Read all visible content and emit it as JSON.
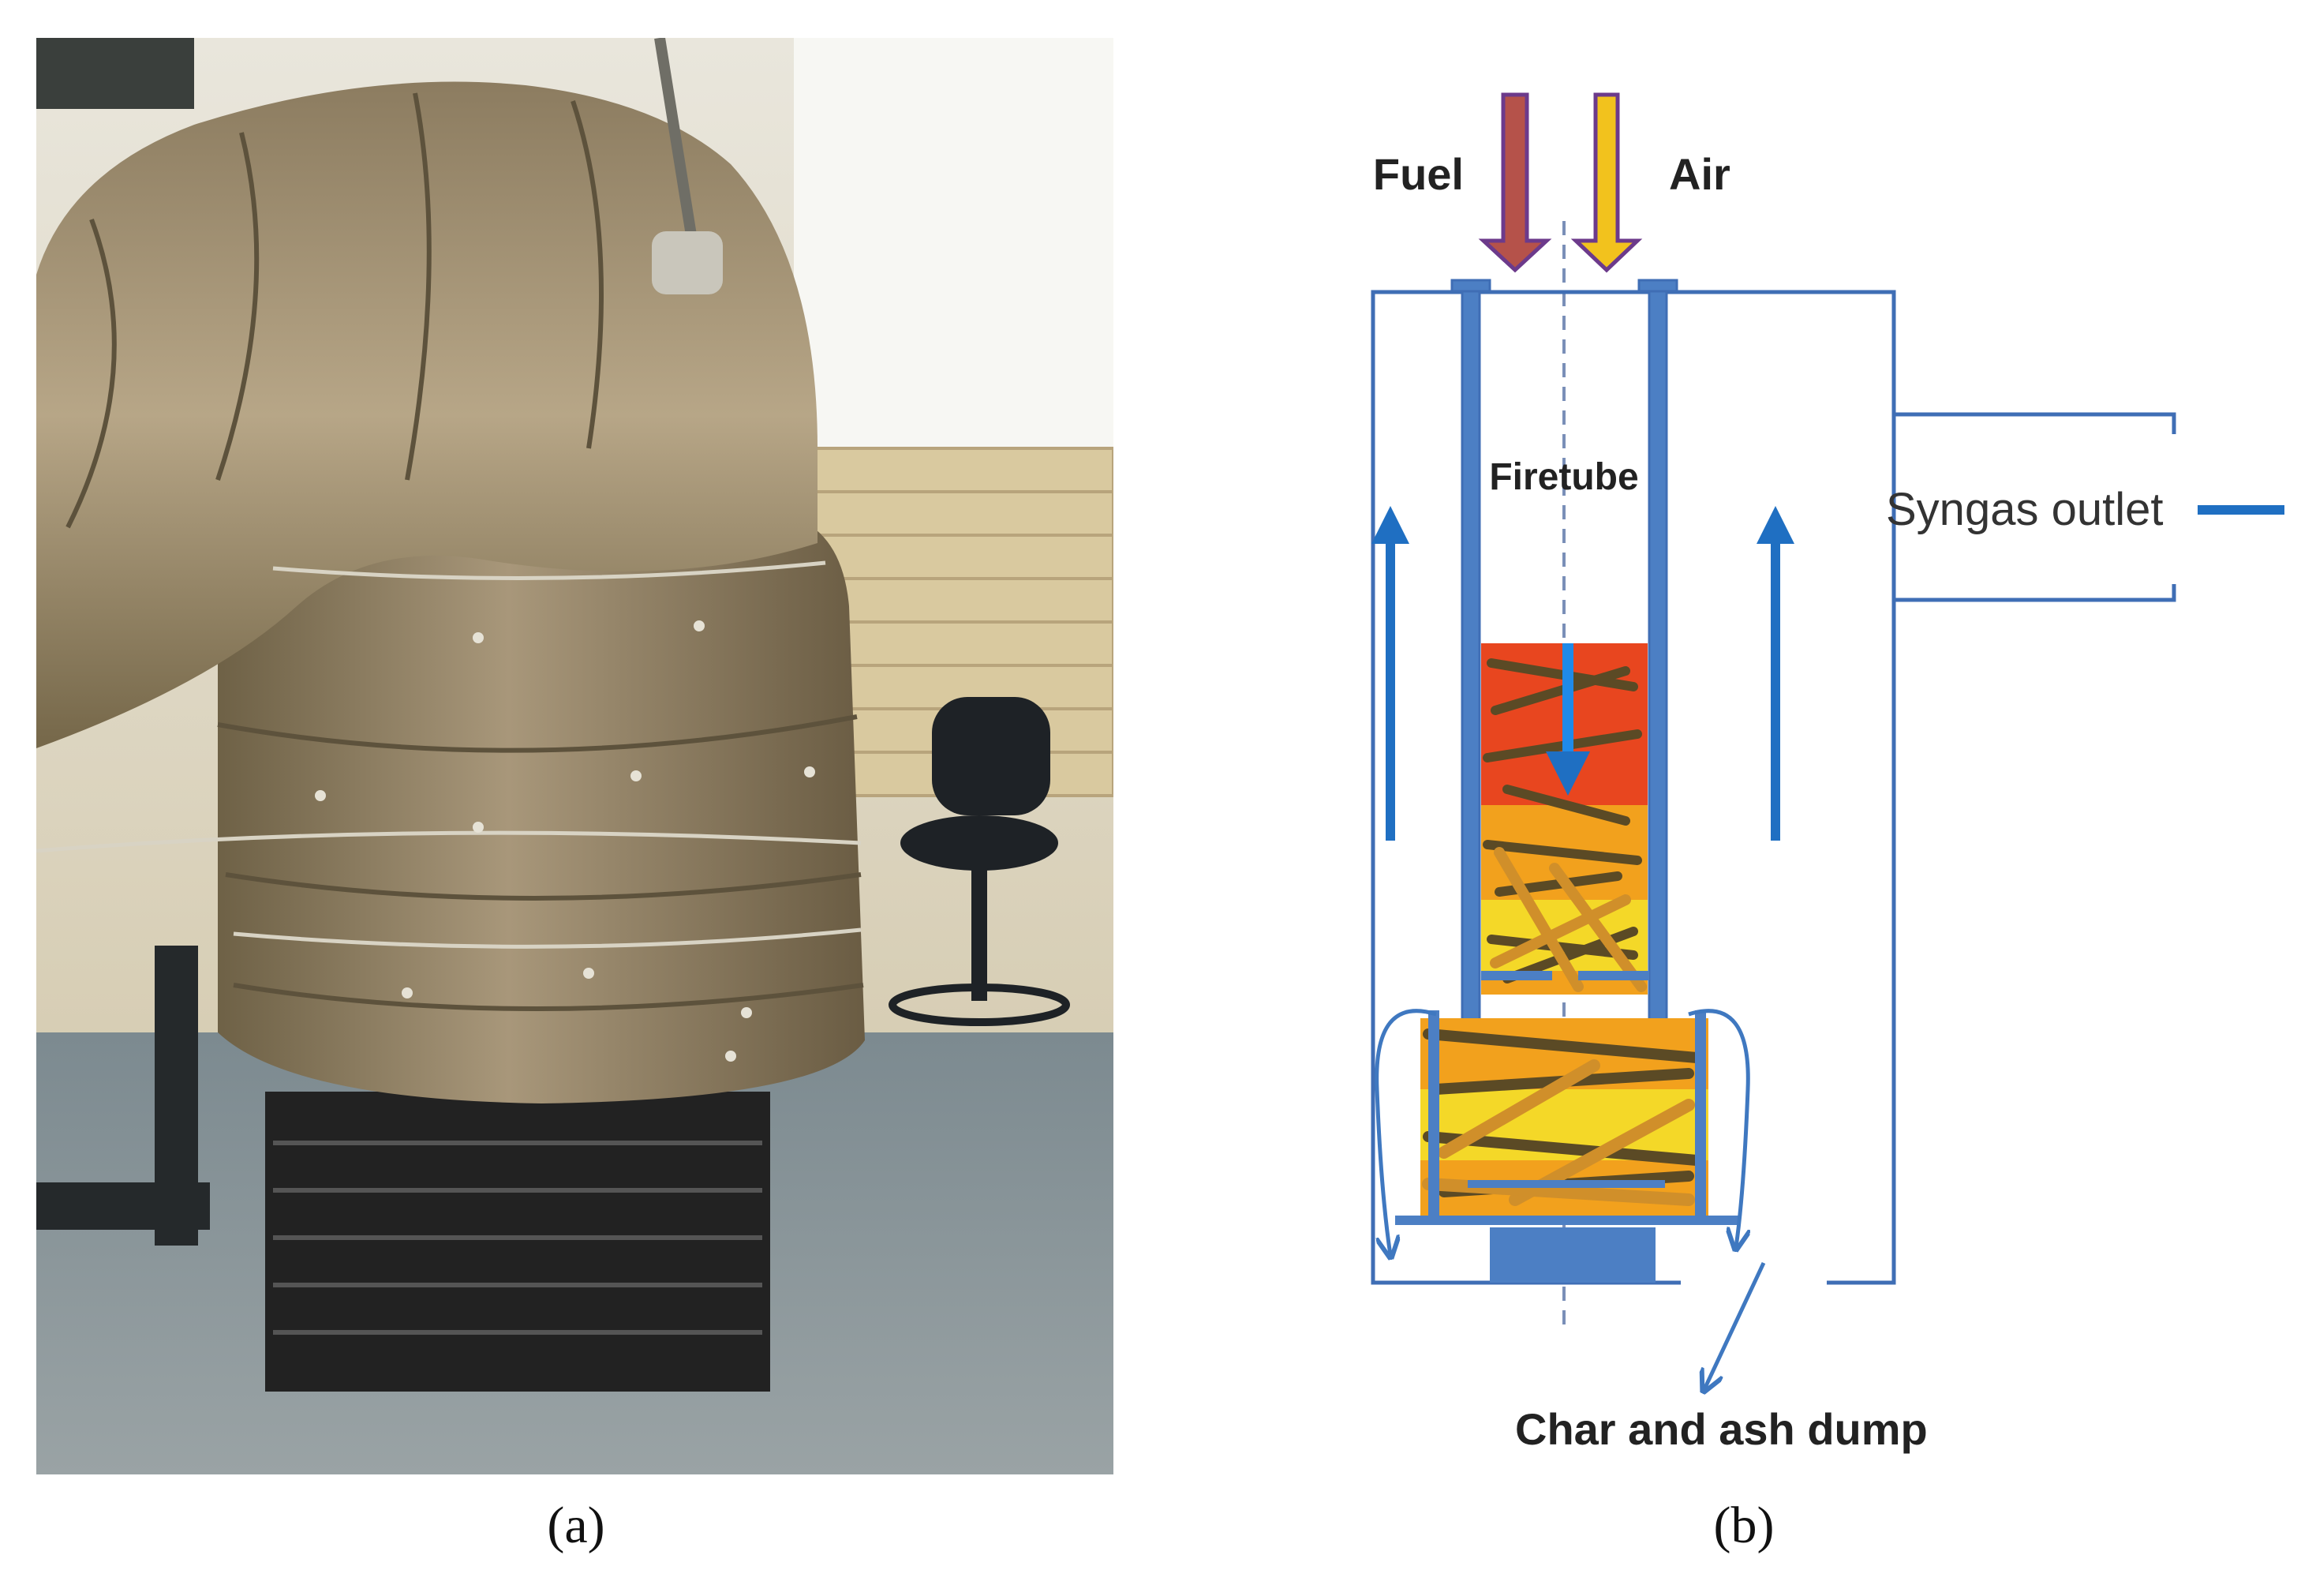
{
  "captions": {
    "a": "(a)",
    "b": "(b)"
  },
  "photo": {
    "subject": "insulated-gasifier-photo"
  },
  "diagram": {
    "labels": {
      "fuel": "Fuel",
      "air": "Air",
      "firetube": "Firetube",
      "syngas_outlet": "Syngas outlet",
      "char_ash": "Char and ash dump"
    },
    "colors": {
      "frame": "#3f6eb5",
      "flow_arrow": "#1f6fc2",
      "fuel_arrow": "#b5524a",
      "air_arrow": "#f2c21d",
      "hot_zone": "#e8461f",
      "char_zone": "#f2a11d",
      "wood": "#d08f2a",
      "ash": "#f5e22a"
    }
  }
}
